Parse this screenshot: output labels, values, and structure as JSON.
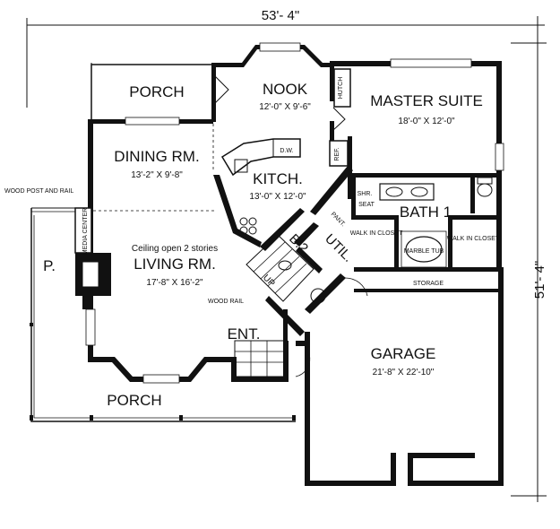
{
  "dimensions": {
    "width": "53'- 4\"",
    "depth": "51'- 4\""
  },
  "rooms": {
    "porch_top": "PORCH",
    "nook": "NOOK",
    "nook_size": "12'-0\" X 9'-6\"",
    "hutch": "HUTCH",
    "master_suite": "MASTER SUITE",
    "master_suite_size": "18'-0\" X 12'-0\"",
    "dining": "DINING RM.",
    "dining_size": "13'-2\" X 9'-8\"",
    "dw": "D.W.",
    "kitchen": "KITCH.",
    "kitchen_size": "13'-0\" X 12'-0\"",
    "ref": "REF.",
    "shr": "SHR.",
    "seat": "SEAT",
    "bath1": "BATH 1",
    "pant": "PANT.",
    "util": "UTIL.",
    "b2": "B.2",
    "walk_in_closet": "WALK IN CLOSET",
    "marble_tub": "MARBLE TUB",
    "wood_post": "WOOD POST AND RAIL",
    "media_center": "MEDIA CENTER",
    "ceiling_note": "Ceiling open 2 stories",
    "living": "LIVING RM.",
    "living_size": "17'-8\" X 16'-2\"",
    "p": "P.",
    "wood_rail": "WOOD RAIL",
    "up": "UP",
    "storage": "STORAGE",
    "ent": "ENT.",
    "garage": "GARAGE",
    "garage_size": "21'-8\" X 22'-10\"",
    "porch_bottom": "PORCH"
  }
}
